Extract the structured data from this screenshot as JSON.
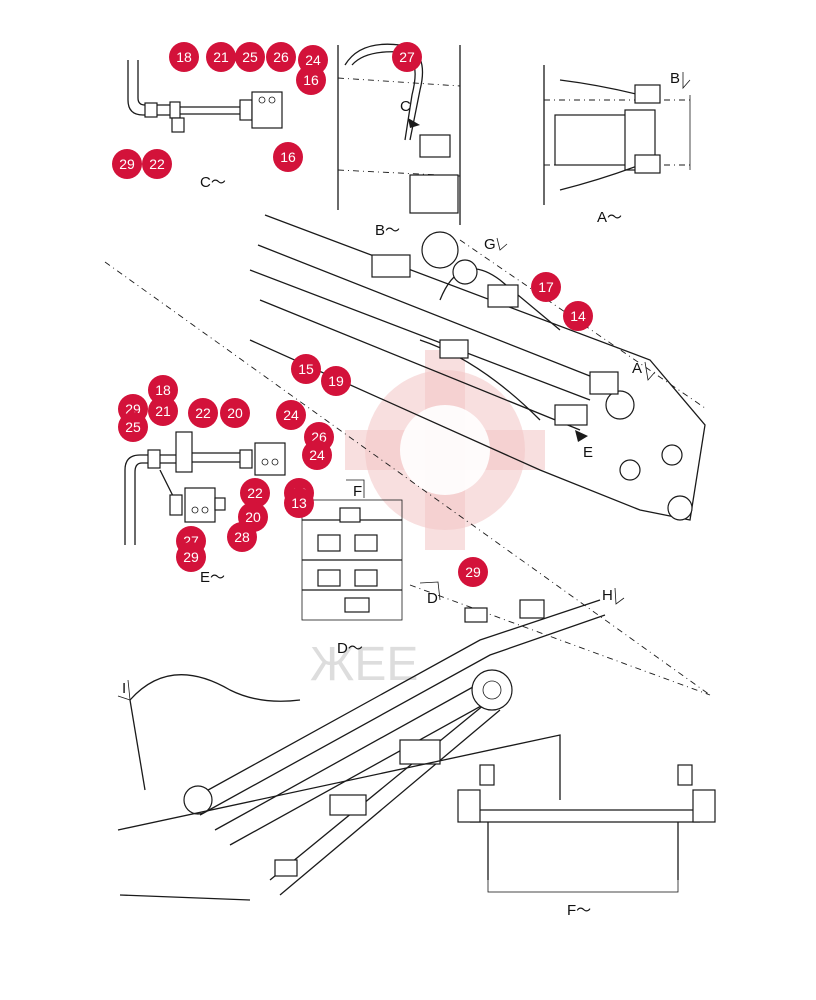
{
  "diagram": {
    "views": [
      {
        "id": "C",
        "label": "C～"
      },
      {
        "id": "B",
        "label": "B～"
      },
      {
        "id": "A",
        "label": "A～"
      },
      {
        "id": "E",
        "label": "E～"
      },
      {
        "id": "D",
        "label": "D～"
      },
      {
        "id": "F",
        "label": "F～"
      }
    ],
    "arrow_markers": [
      "B",
      "G",
      "A",
      "H",
      "D",
      "F",
      "I",
      "C",
      "E"
    ],
    "callouts": [
      "18",
      "21",
      "25",
      "26",
      "24",
      "16",
      "27",
      "29",
      "22",
      "16",
      "17",
      "14",
      "15",
      "19",
      "29",
      "18",
      "21",
      "22",
      "20",
      "24",
      "26",
      "24",
      "25",
      "22",
      "20",
      "12",
      "13",
      "27",
      "29",
      "28",
      "29"
    ],
    "watermark_text": "ЖЕЕ"
  },
  "colors": {
    "callout": "#d3123a",
    "line": "#1a1a1a",
    "watermark": "#f2c4c4"
  }
}
